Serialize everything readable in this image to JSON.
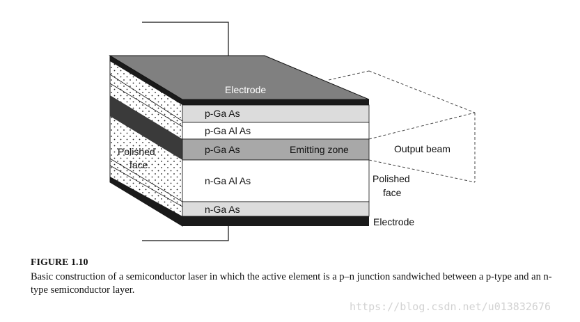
{
  "diagram": {
    "layers": [
      {
        "label": "p-Ga As"
      },
      {
        "label": "p-Ga Al As"
      },
      {
        "label": "p-Ga As"
      },
      {
        "label": "n-Ga Al As"
      },
      {
        "label": "n-Ga As"
      }
    ],
    "labels": {
      "top_electrode": "Electrode",
      "bottom_electrode": "Electrode",
      "emitting_zone": "Emitting zone",
      "output_beam": "Output beam",
      "polished_face_right_line1": "Polished",
      "polished_face_right_line2": "face",
      "polished_face_left_line1": "Polished",
      "polished_face_left_line2": "face"
    },
    "colors": {
      "electrode_top": "#808080",
      "electrode_black": "#1a1a1a",
      "light_gray_layer": "#dcdcdc",
      "active_layer": "#a8a8a8",
      "white_layer": "#ffffff"
    }
  },
  "caption": {
    "title": "FIGURE 1.10",
    "text": "Basic construction of a semiconductor laser in which the active element is a p–n junction sandwiched between a p-type and an n-type semiconductor layer."
  },
  "watermark": "https://blog.csdn.net/u013832676"
}
